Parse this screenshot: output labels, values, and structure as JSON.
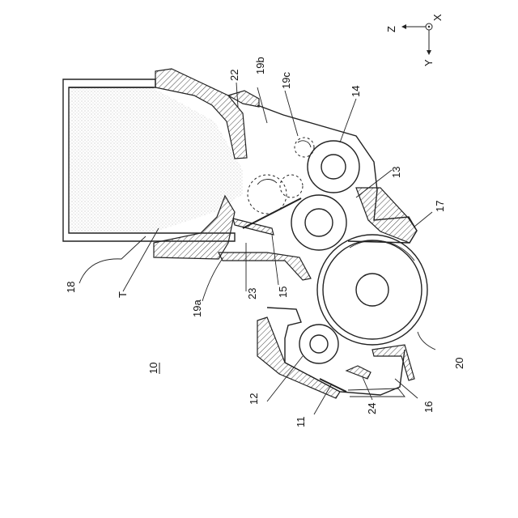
{
  "figure": {
    "ref_10": "10",
    "labels": {
      "l18": "18",
      "lT": "T",
      "l19a": "19a",
      "l23": "23",
      "l15": "15",
      "l22": "22",
      "l19b": "19b",
      "l19c": "19c",
      "l14": "14",
      "l13": "13",
      "l17": "17",
      "l20": "20",
      "l16": "16",
      "l24": "24",
      "l11": "11",
      "l12": "12"
    },
    "axes": {
      "z": "Z",
      "x": "X",
      "y": "Y"
    }
  }
}
